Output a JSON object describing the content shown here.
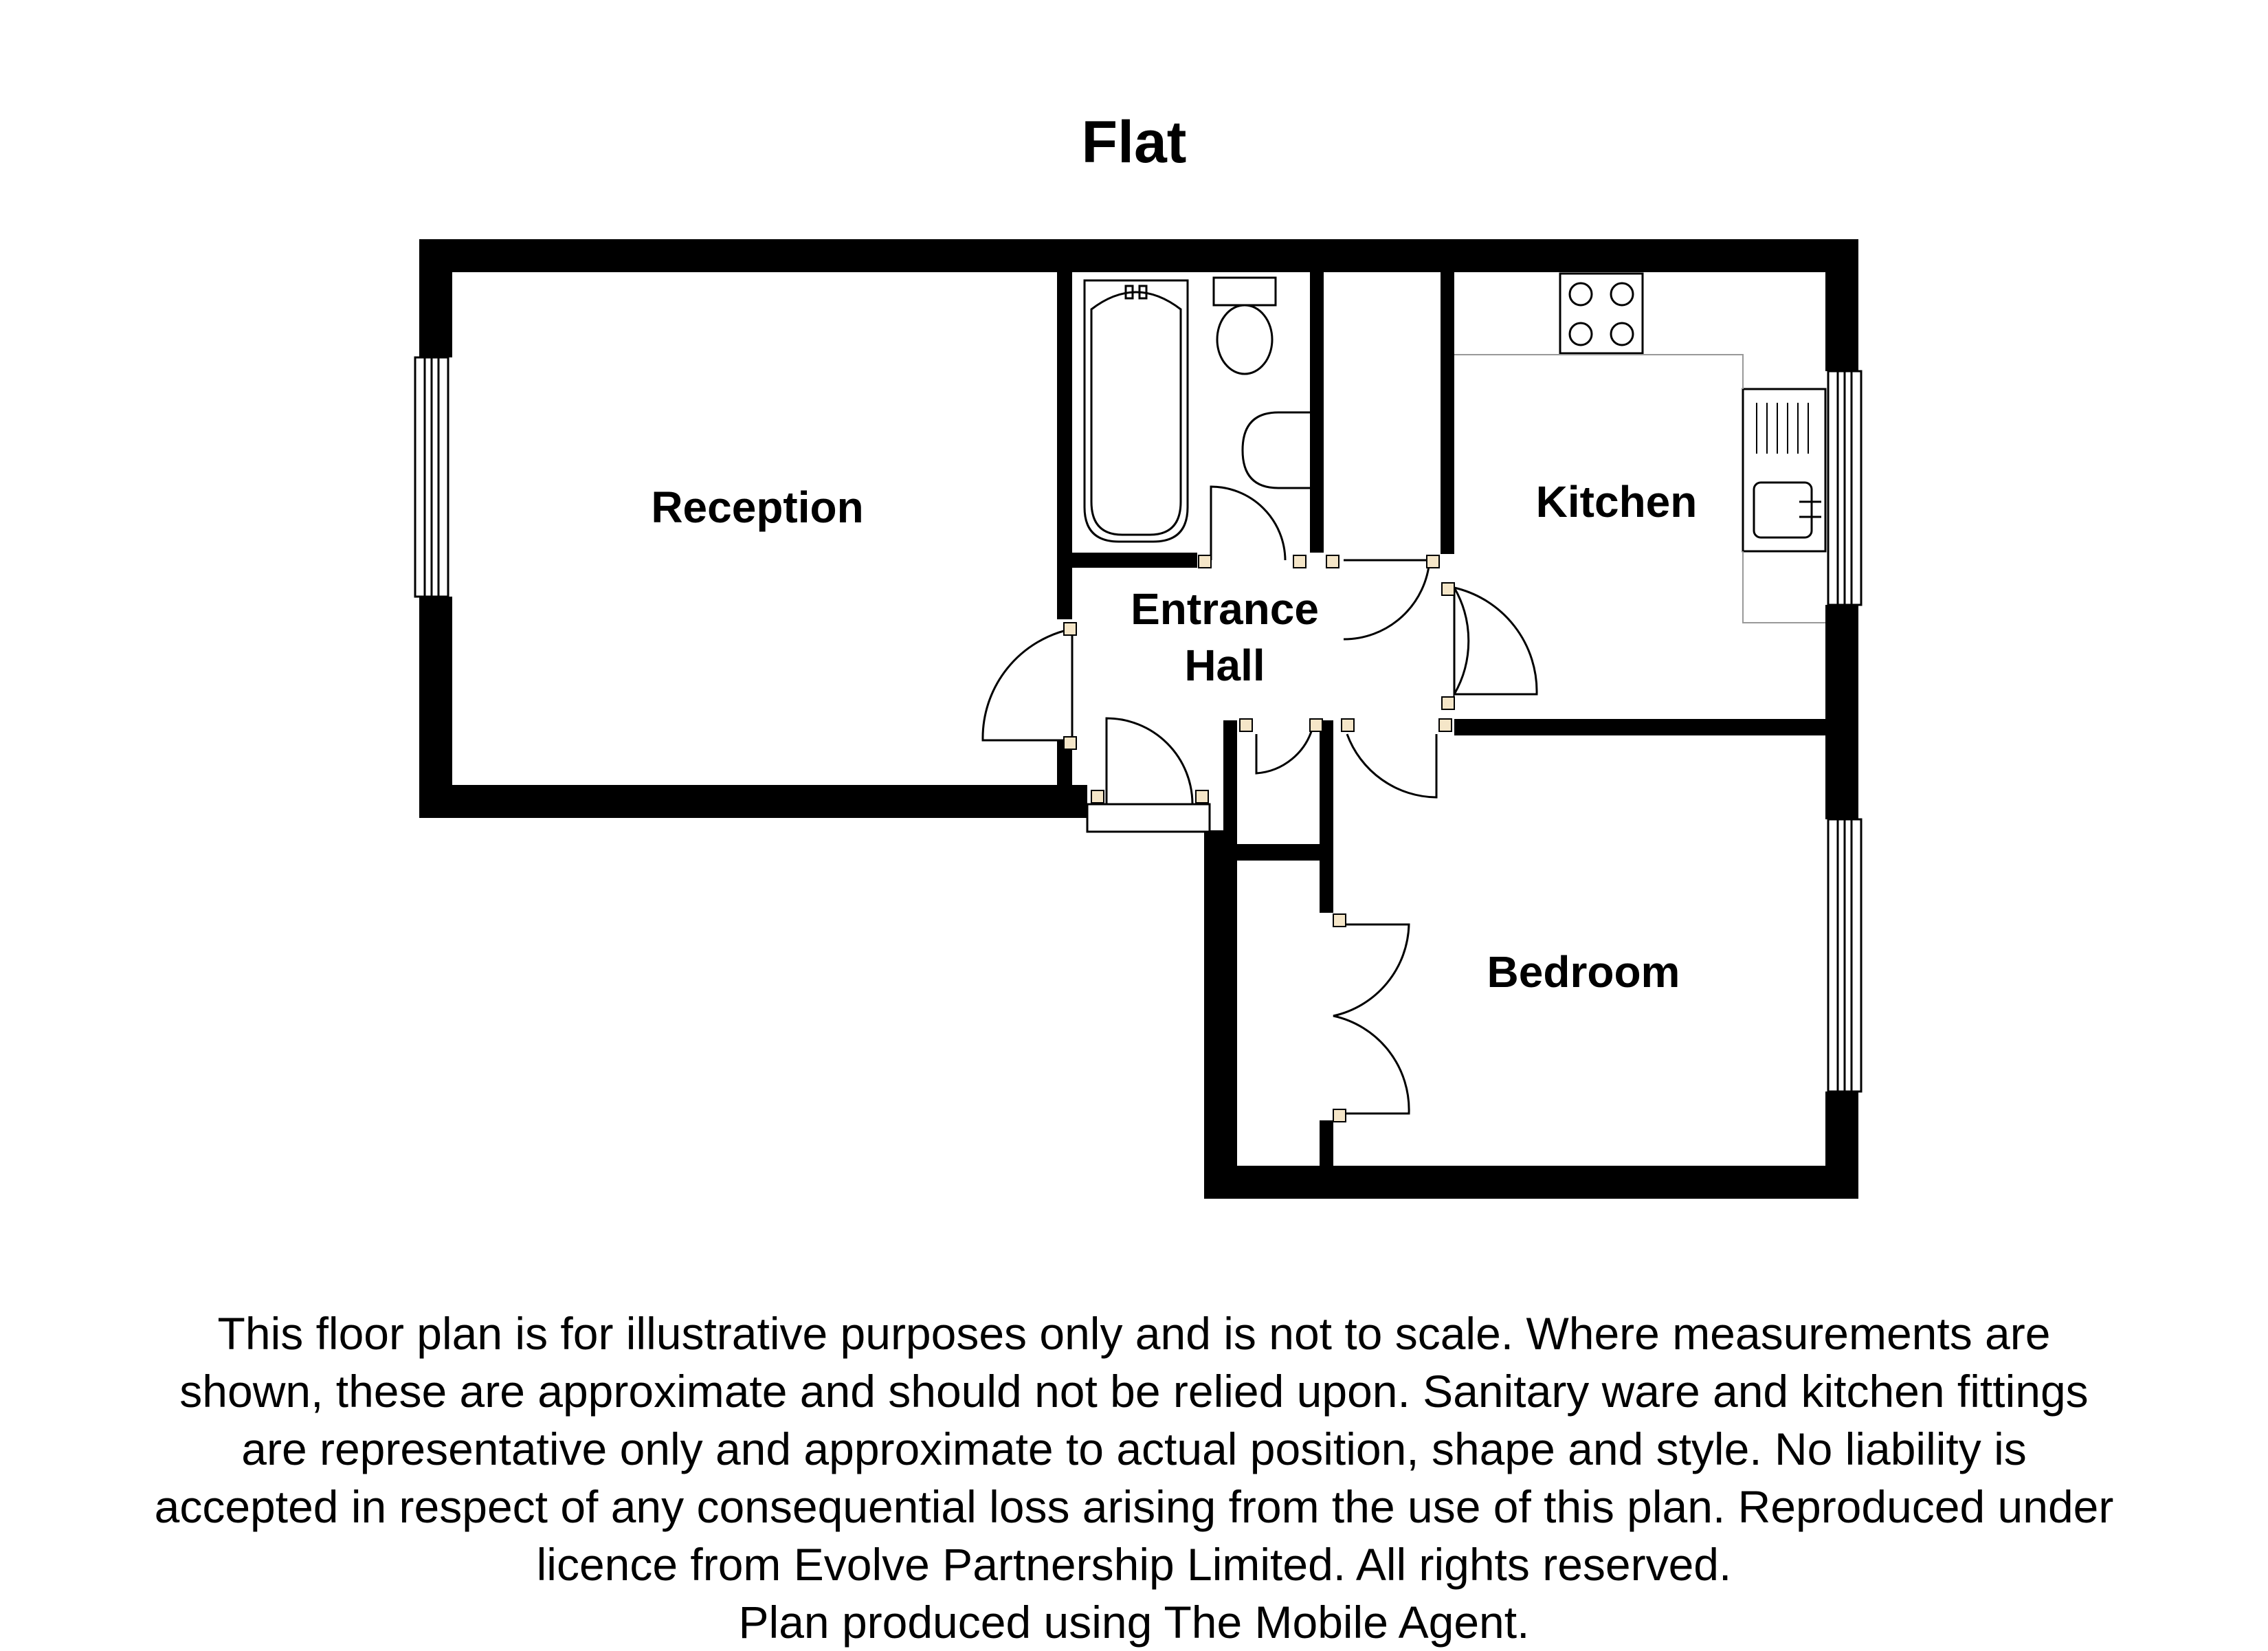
{
  "plan": {
    "title": "Flat",
    "rooms": {
      "reception": "Reception",
      "entrance_hall_line1": "Entrance",
      "entrance_hall_line2": "Hall",
      "kitchen": "Kitchen",
      "bedroom": "Bedroom"
    },
    "colors": {
      "wall": "#000000",
      "door_jamb": "#f5e6c8",
      "fixture_line": "#000000",
      "counter_line": "#999999"
    }
  },
  "disclaimer": {
    "lines": [
      "This floor plan is for illustrative purposes only and is not to scale.  Where measurements are",
      "shown, these are approximate and should not be relied upon. Sanitary ware and kitchen fittings",
      "are representative only and approximate to actual position, shape and style.  No liability is",
      "accepted in respect of any consequential loss arising from the use of this plan. Reproduced under",
      "licence from Evolve Partnership Limited. All rights reserved.",
      "Plan produced using The Mobile Agent."
    ]
  }
}
